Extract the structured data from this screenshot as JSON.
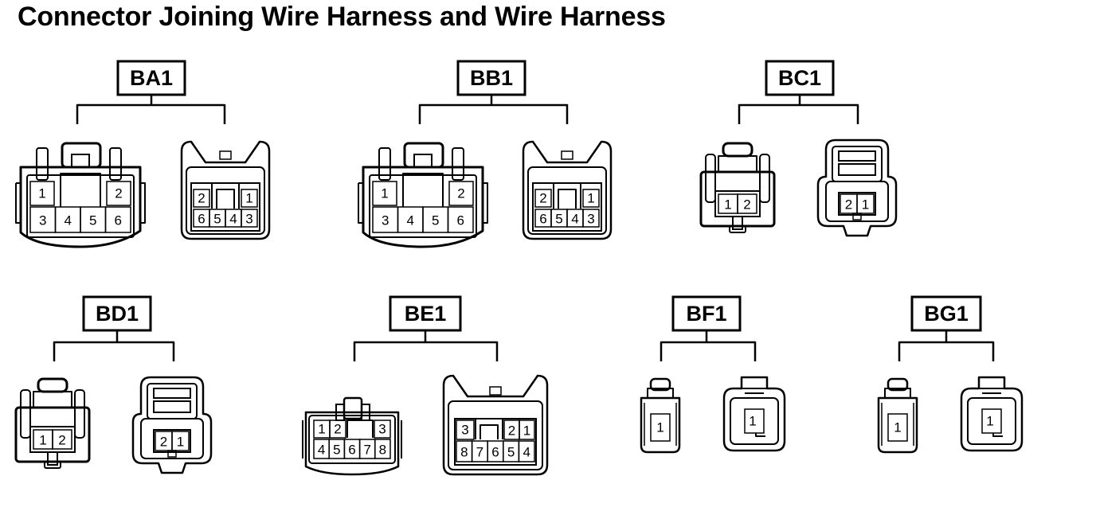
{
  "title": "Connector Joining Wire Harness and Wire Harness",
  "connectors": [
    {
      "label": "BA1",
      "type": "6p",
      "male_pins": [
        "1",
        "2",
        "3",
        "4",
        "5",
        "6"
      ],
      "female_pins": [
        "2",
        "1",
        "6",
        "5",
        "4",
        "3"
      ]
    },
    {
      "label": "BB1",
      "type": "6p",
      "male_pins": [
        "1",
        "2",
        "3",
        "4",
        "5",
        "6"
      ],
      "female_pins": [
        "2",
        "1",
        "6",
        "5",
        "4",
        "3"
      ]
    },
    {
      "label": "BC1",
      "type": "2p",
      "male_pins": [
        "1",
        "2"
      ],
      "female_pins": [
        "2",
        "1"
      ]
    },
    {
      "label": "BD1",
      "type": "2p",
      "male_pins": [
        "1",
        "2"
      ],
      "female_pins": [
        "2",
        "1"
      ]
    },
    {
      "label": "BE1",
      "type": "8p",
      "male_pins": [
        "1",
        "2",
        "3",
        "4",
        "5",
        "6",
        "7",
        "8"
      ],
      "female_pins": [
        "3",
        "2",
        "1",
        "8",
        "7",
        "6",
        "5",
        "4"
      ]
    },
    {
      "label": "BF1",
      "type": "1p",
      "male_pins": [
        "1"
      ],
      "female_pins": [
        "1"
      ]
    },
    {
      "label": "BG1",
      "type": "1p",
      "male_pins": [
        "1"
      ],
      "female_pins": [
        "1"
      ]
    }
  ]
}
